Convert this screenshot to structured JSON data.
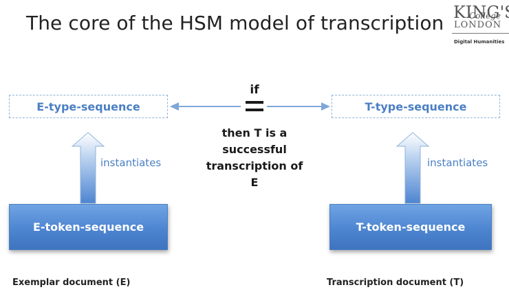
{
  "title": "The core of the HSM model of transcription",
  "logo": {
    "kings": "KING'S",
    "college": "College",
    "london": "LONDON",
    "department": "Digital Humanities"
  },
  "diagram": {
    "e_type": "E-type-sequence",
    "t_type": "T-type-sequence",
    "e_token": "E-token-sequence",
    "t_token": "T-token-sequence",
    "instantiates_left": "instantiates",
    "instantiates_right": "instantiates",
    "if": "if",
    "then": "then T is a\nsuccessful\ntranscription of\nE",
    "exemplar_label": "Exemplar document (E)",
    "transcription_label": "Transcription document (T)"
  },
  "colors": {
    "accent_blue": "#4a7fc4",
    "box_fill": "#5a90d8",
    "dashed_border": "#8fb3d9",
    "text_dark": "#222222"
  }
}
